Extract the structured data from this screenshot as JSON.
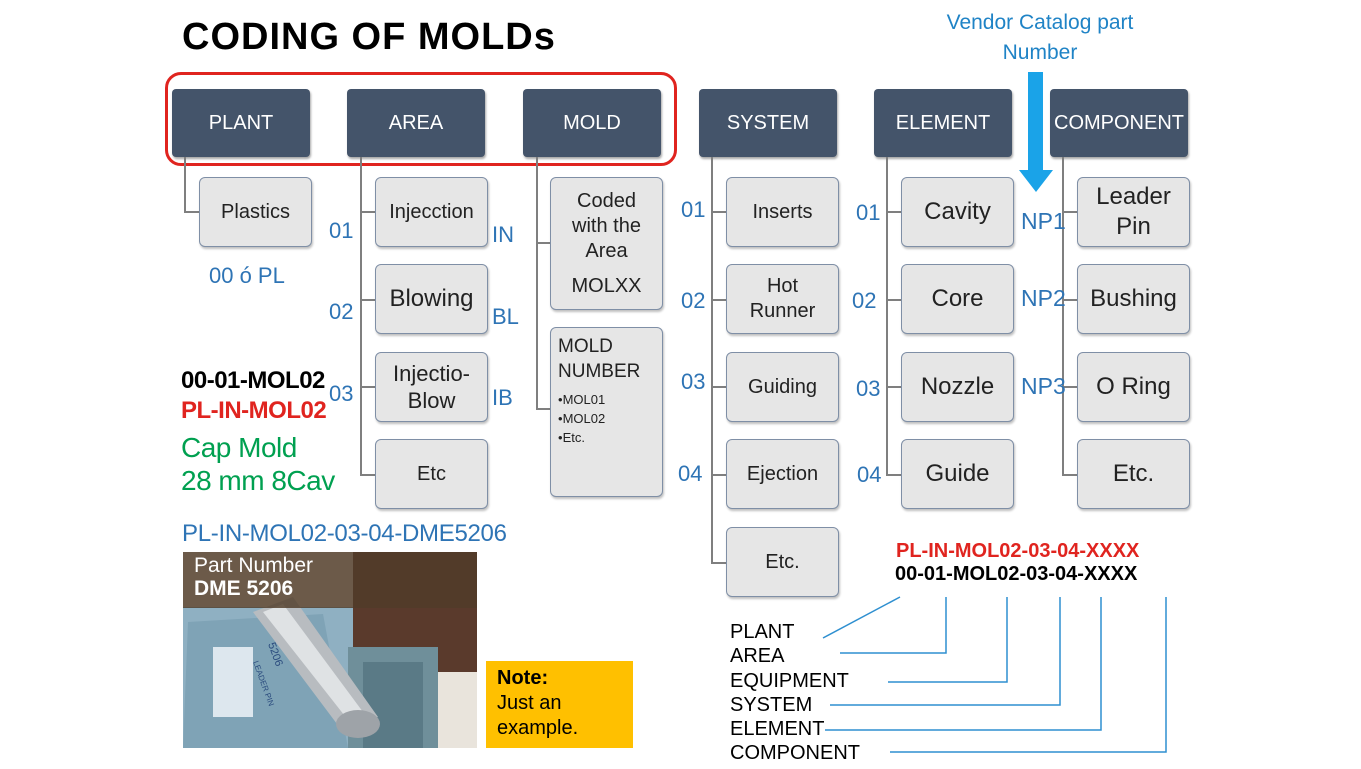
{
  "title": "CODING OF MOLDs",
  "vendor_note": "Vendor Catalog part Number",
  "headers": [
    "PLANT",
    "AREA",
    "MOLD",
    "SYSTEM",
    "ELEMENT",
    "COMPONENT"
  ],
  "plant": {
    "item": "Plastics",
    "code": "00 ó PL"
  },
  "area": {
    "items": [
      "Injecction",
      "Blowing",
      "Injectio-Blow",
      "Etc"
    ],
    "num_codes": [
      "01",
      "02",
      "03"
    ],
    "letter_codes": [
      "IN",
      "BL",
      "IB"
    ]
  },
  "mold": {
    "coded_text": "Coded with the Area",
    "coded_code": "MOLXX",
    "number_title": "MOLD NUMBER",
    "number_list": [
      "MOL01",
      "MOL02",
      "Etc."
    ]
  },
  "system": {
    "items": [
      "Inserts",
      "Hot Runner",
      "Guiding",
      "Ejection",
      "Etc."
    ],
    "codes": [
      "01",
      "02",
      "03",
      "04"
    ]
  },
  "element": {
    "items": [
      "Cavity",
      "Core",
      "Nozzle",
      "Guide"
    ],
    "codes": [
      "01",
      "02",
      "03",
      "04"
    ]
  },
  "component": {
    "items": [
      "Leader Pin",
      "Bushing",
      "O Ring",
      "Etc."
    ],
    "codes": [
      "NP1",
      "NP2",
      "NP3"
    ]
  },
  "example": {
    "code_numeric": "00-01-MOL02",
    "code_alpha": "PL-IN-MOL02",
    "description_line1": "Cap Mold",
    "description_line2": "28 mm 8Cav",
    "full_code": "PL-IN-MOL02-03-04-DME5206",
    "part_number_label": "Part Number",
    "part_number_value": "DME 5206",
    "photo_print_1": "LEADER PIN",
    "photo_print_2": "5206"
  },
  "note": {
    "title": "Note:",
    "text": "Just an example."
  },
  "breakdown": {
    "code_alpha": "PL-IN-MOL02-03-04-XXXX",
    "code_numeric": "00-01-MOL02-03-04-XXXX",
    "labels": [
      "PLANT",
      "AREA",
      "EQUIPMENT",
      "SYSTEM",
      "ELEMENT",
      "COMPONENT"
    ]
  },
  "colors": {
    "header_bg": "#44546a",
    "box_bg": "#e6e6e6",
    "code_blue": "#2e74b5",
    "vendor_blue": "#1f83c6",
    "arrow_blue": "#1aa3e8",
    "highlight_red": "#e0241f",
    "example_green": "#00a050",
    "note_bg": "#ffc000"
  }
}
